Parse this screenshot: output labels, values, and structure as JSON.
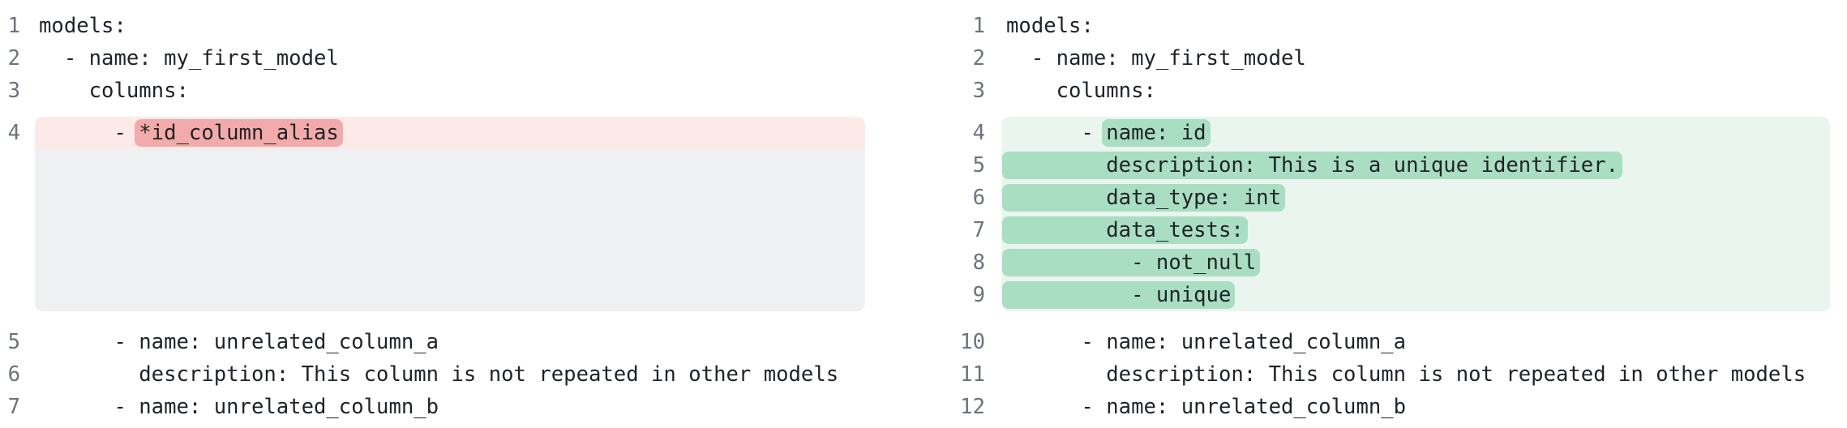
{
  "colors": {
    "page_background": "#ffffff",
    "code_text": "#1f2328",
    "line_number_text": "#6b7280",
    "removed_line_band": "#fceae9",
    "removed_inline_chip": "#f2abaa",
    "collapsed_region_gray": "#eef0f1",
    "added_line_band": "#e9f5ee",
    "added_inline_chip": "#a9dec2"
  },
  "diff": {
    "left_pane": {
      "role": "original-file",
      "top_lines": [
        {
          "num": "1",
          "code": "models:"
        },
        {
          "num": "2",
          "code": "  - name: my_first_model"
        },
        {
          "num": "3",
          "code": "    columns:"
        }
      ],
      "block": {
        "type": "removed",
        "lines": [
          {
            "num": "4",
            "pre": "      - ",
            "chip": "*id_column_alias"
          }
        ],
        "collapsed_spacer_lines": 5
      },
      "bottom_lines": [
        {
          "num": "5",
          "code": "      - name: unrelated_column_a"
        },
        {
          "num": "6",
          "code": "        description: This column is not repeated in other models"
        },
        {
          "num": "7",
          "code": "      - name: unrelated_column_b"
        }
      ]
    },
    "right_pane": {
      "role": "modified-file",
      "top_lines": [
        {
          "num": "1",
          "code": "models:"
        },
        {
          "num": "2",
          "code": "  - name: my_first_model"
        },
        {
          "num": "3",
          "code": "    columns:"
        }
      ],
      "block": {
        "type": "added",
        "lines": [
          {
            "num": "4",
            "pre": "      - ",
            "chip": "name: id"
          },
          {
            "num": "5",
            "pre": "",
            "chip": "        description: This is a unique identifier."
          },
          {
            "num": "6",
            "pre": "",
            "chip": "        data_type: int"
          },
          {
            "num": "7",
            "pre": "",
            "chip": "        data_tests:"
          },
          {
            "num": "8",
            "pre": "",
            "chip": "          - not_null"
          },
          {
            "num": "9",
            "pre": "",
            "chip": "          - unique"
          }
        ],
        "collapsed_spacer_lines": 0
      },
      "bottom_lines": [
        {
          "num": "10",
          "code": "      - name: unrelated_column_a"
        },
        {
          "num": "11",
          "code": "        description: This column is not repeated in other models"
        },
        {
          "num": "12",
          "code": "      - name: unrelated_column_b"
        }
      ]
    }
  }
}
